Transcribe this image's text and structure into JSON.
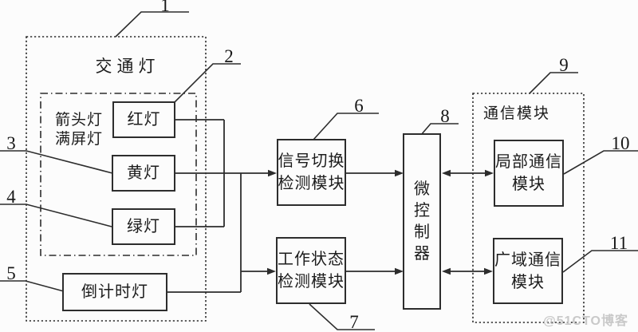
{
  "figure": {
    "description_colors": {
      "line": "#2d2d2d",
      "background": "#fcfcfc",
      "text": "#1c1c1c",
      "watermark": "#c9c9c9"
    }
  },
  "groups": {
    "traffic_light": {
      "title": "交通灯"
    },
    "comm": {
      "title": "通信模块"
    }
  },
  "annotations": {
    "lamp_types": {
      "line1": "箭头灯",
      "line2": "满屏灯"
    }
  },
  "boxes": {
    "red_light": {
      "label": "红灯"
    },
    "yellow_light": {
      "label": "黄灯"
    },
    "green_light": {
      "label": "绿灯"
    },
    "countdown_light": {
      "label": "倒计时灯"
    },
    "signal_switch_module": {
      "line1": "信号切换",
      "line2": "检测模块"
    },
    "work_status_module": {
      "line1": "工作状态",
      "line2": "检测模块"
    },
    "mcu": {
      "label": "微控制器"
    },
    "local_comm_module": {
      "line1": "局部通信",
      "line2": "模块"
    },
    "wide_comm_module": {
      "line1": "广域通信",
      "line2": "模块"
    }
  },
  "ref_numbers": {
    "n1": "1",
    "n2": "2",
    "n3": "3",
    "n4": "4",
    "n5": "5",
    "n6": "6",
    "n7": "7",
    "n8": "8",
    "n9": "9",
    "n10": "10",
    "n11": "11"
  },
  "watermark": {
    "text": "@51CTO博客"
  }
}
